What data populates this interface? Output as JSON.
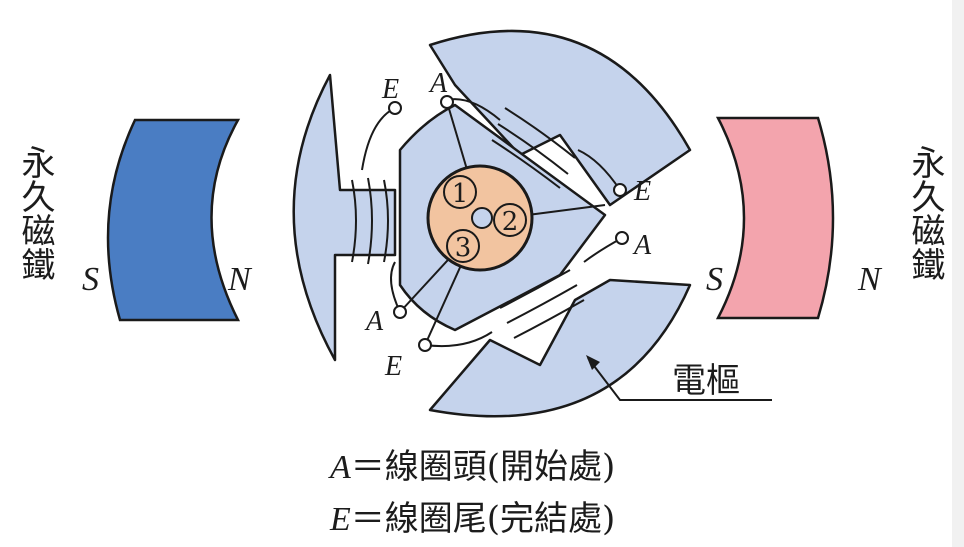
{
  "magnets": {
    "left_label": "永久磁鐵",
    "right_label": "永久磁鐵",
    "left_s": "S",
    "left_n": "N",
    "right_s": "S",
    "right_n": "N",
    "left_color": "#4a7dc3",
    "right_color": "#f3a4ad"
  },
  "armature": {
    "color": "#c5d3ec",
    "label": "電樞",
    "segment_1": "1",
    "segment_2": "2",
    "segment_3": "3",
    "commutator_color": "#f2c4a0"
  },
  "terminals": {
    "top_e": "E",
    "top_a": "A",
    "right_e": "E",
    "right_a": "A",
    "bottom_a": "A",
    "bottom_e": "E"
  },
  "legend": {
    "a_letter": "A",
    "a_text": "＝線圈頭(開始處)",
    "e_letter": "E",
    "e_text": "＝線圈尾(完結處)"
  }
}
